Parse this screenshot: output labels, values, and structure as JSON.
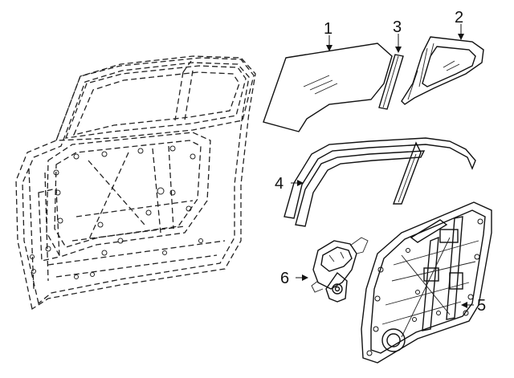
{
  "diagram": {
    "callouts": [
      {
        "id": "1",
        "label": "1"
      },
      {
        "id": "2",
        "label": "2"
      },
      {
        "id": "3",
        "label": "3"
      },
      {
        "id": "4",
        "label": "4"
      },
      {
        "id": "5",
        "label": "5"
      },
      {
        "id": "6",
        "label": "6"
      }
    ],
    "colors": {
      "line": "#111111",
      "background": "#ffffff"
    }
  }
}
